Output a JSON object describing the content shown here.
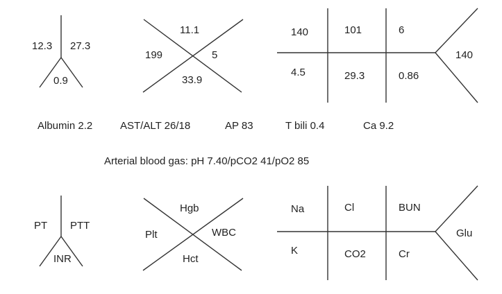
{
  "colors": {
    "line": "#333333",
    "text": "#222222",
    "background": "#ffffff"
  },
  "values": {
    "coag": {
      "pt": "12.3",
      "ptt": "27.3",
      "inr": "0.9"
    },
    "cbc": {
      "hgb": "11.1",
      "plt": "199",
      "wbc": "5",
      "hct": "33.9"
    },
    "bmp": {
      "na": "140",
      "cl": "101",
      "bun": "6",
      "k": "4.5",
      "co2": "29.3",
      "cr": "0.86",
      "glu": "140"
    }
  },
  "extra_labs": {
    "albumin": "Albumin 2.2",
    "ast_alt": "AST/ALT 26/18",
    "ap": "AP 83",
    "tbili": "T bili 0.4",
    "ca": "Ca 9.2"
  },
  "abg": "Arterial blood gas: pH 7.40/pCO2 41/pO2 85",
  "legend": {
    "coag": {
      "pt": "PT",
      "ptt": "PTT",
      "inr": "INR"
    },
    "cbc": {
      "hgb": "Hgb",
      "plt": "Plt",
      "wbc": "WBC",
      "hct": "Hct"
    },
    "bmp": {
      "na": "Na",
      "cl": "Cl",
      "bun": "BUN",
      "k": "K",
      "co2": "CO2",
      "cr": "Cr",
      "glu": "Glu"
    }
  }
}
